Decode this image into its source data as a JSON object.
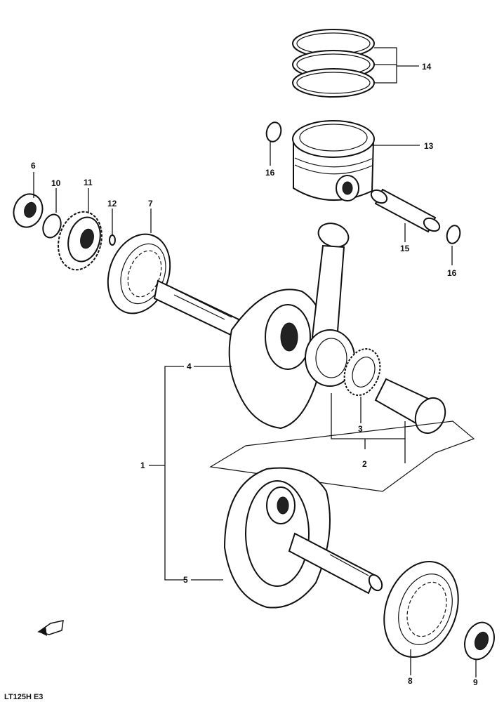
{
  "diagram": {
    "callouts": [
      "1",
      "2",
      "3",
      "4",
      "5",
      "6",
      "7",
      "8",
      "9",
      "10",
      "11",
      "12",
      "13",
      "14",
      "15",
      "16",
      "16"
    ],
    "drawing_code": "LT125H E3"
  }
}
